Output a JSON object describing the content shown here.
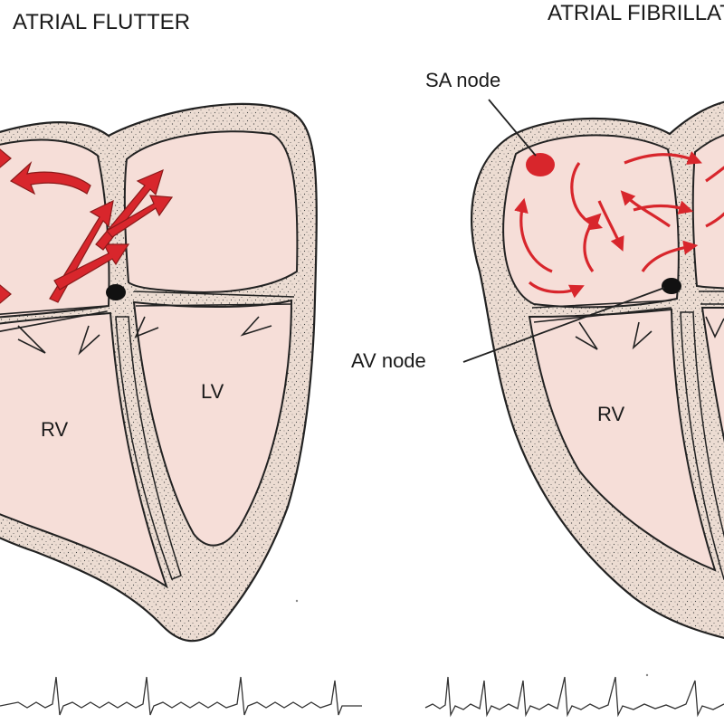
{
  "titles": {
    "left": "ATRIAL FLUTTER",
    "right": "ATRIAL FIBRILLATION"
  },
  "labels": {
    "sa_node": "SA node",
    "av_node": "AV node",
    "rv_left": "RV",
    "lv_left": "LV",
    "rv_right": "RV"
  },
  "colors": {
    "tissue": "#f6ded8",
    "wall": "#ecdcd2",
    "outline": "#222222",
    "impulse": "#d8262c",
    "node": "#111111"
  }
}
